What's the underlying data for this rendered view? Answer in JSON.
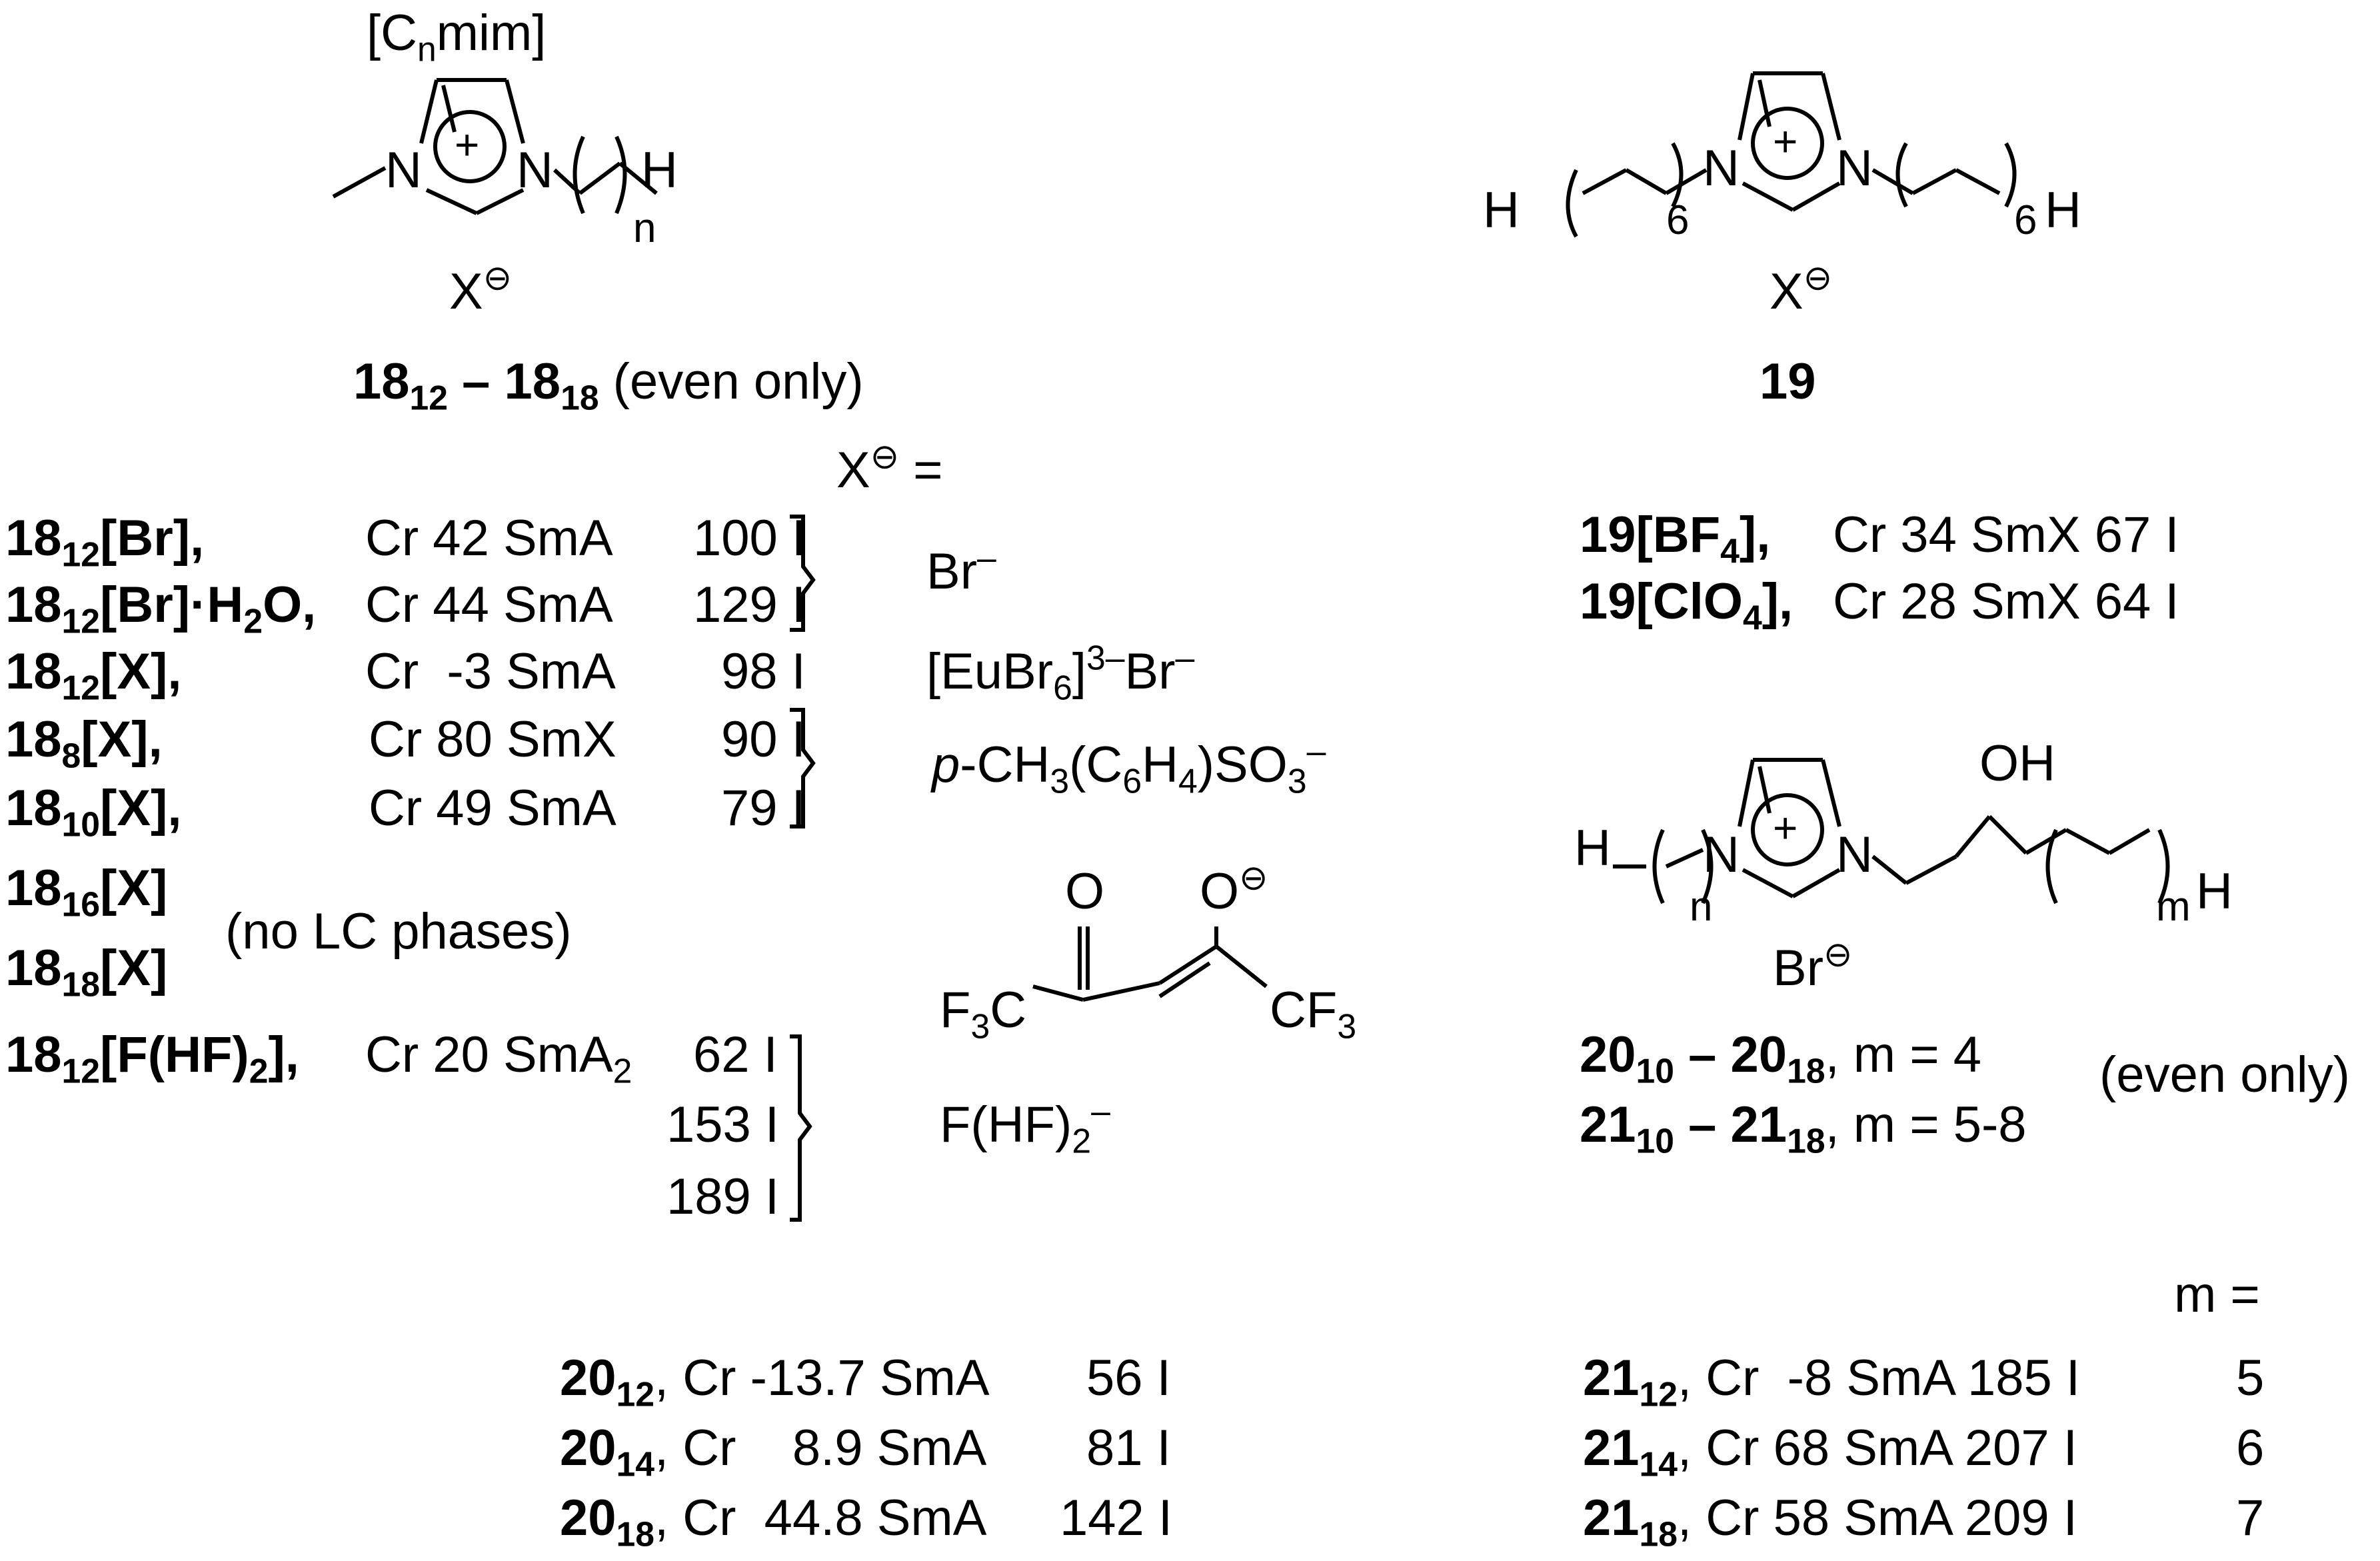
{
  "structure_18": {
    "top_label": "[C",
    "top_label_sub": "n",
    "top_label_end": "mim]",
    "atom_n1": "N",
    "atom_n2": "N",
    "charge": "+",
    "atom_h": "H",
    "chain_index": "n",
    "counter_ion": "X",
    "compound_main": "18",
    "compound_sub1": "12",
    "compound_dash": " – 18",
    "compound_sub2": "18",
    "compound_note": " (even only)"
  },
  "structure_19": {
    "atom_h_left": "H",
    "chain_left_index": "6",
    "atom_n1": "N",
    "atom_n2": "N",
    "charge": "+",
    "chain_right_index": "6",
    "atom_h_right": "H",
    "counter_ion": "X",
    "label": "19"
  },
  "x_equals": {
    "x": "X",
    "eq": " ="
  },
  "rows_18": [
    {
      "name": "18",
      "sub": "12",
      "tail": "[Br],",
      "phase": "Cr 42 SmA",
      "iso": "100 I"
    },
    {
      "name": "18",
      "sub": "12",
      "tail": "[Br]·H",
      "sub2": "2",
      "tail2": "O,",
      "phase": "Cr 44 SmA",
      "iso": "129 I"
    },
    {
      "name": "18",
      "sub": "12",
      "tail": "[X],",
      "phase": "Cr  -3 SmA",
      "iso": "98 I"
    },
    {
      "name": "18",
      "sub": "8",
      "tail": "[X],",
      "phase": "Cr 80 SmX",
      "iso": "90 I"
    },
    {
      "name": "18",
      "sub": "10",
      "tail": "[X],",
      "phase": "Cr 49 SmA",
      "iso": "79 I"
    },
    {
      "name": "18",
      "sub": "16",
      "tail": "[X]"
    },
    {
      "name": "18",
      "sub": "18",
      "tail": "[X]"
    }
  ],
  "no_lc": "(no LC phases)",
  "row_fhf": {
    "name": "18",
    "sub": "12",
    "tail": "[F(HF)",
    "sub2": "2",
    "tail2": "],",
    "phase": "Cr 20 SmA",
    "phase_sub": "2",
    "iso1": "62 I",
    "iso2": "153 I",
    "iso3": "189 I"
  },
  "anions": {
    "br": "Br",
    "br_sup": "–",
    "eu": "[EuBr",
    "eu_sub": "6",
    "eu_mid": "]",
    "eu_sup": "3–",
    "eu_tail": "Br",
    "eu_tail_sup": "–",
    "tos_p": "p",
    "tos_a": "-CH",
    "tos_s1": "3",
    "tos_b": "(C",
    "tos_s2": "6",
    "tos_c": "H",
    "tos_s3": "4",
    "tos_d": ")SO",
    "tos_s4": "3",
    "tos_sup": "–",
    "hfac_o1": "O",
    "hfac_o2": "O",
    "hfac_f3c": "F",
    "hfac_f3c_sub": "3",
    "hfac_f3c_end": "C",
    "hfac_cf3": "CF",
    "hfac_cf3_sub": "3",
    "fhf": "F(HF)",
    "fhf_sub": "2",
    "fhf_sup": "–"
  },
  "rows_19": [
    {
      "name": "19[BF",
      "sub": "4",
      "tail": "],",
      "phase": "Cr 34 SmX 67 I"
    },
    {
      "name": "19[ClO",
      "sub": "4",
      "tail": "],",
      "phase": "Cr 28 SmX 64 I"
    }
  ],
  "structure_20": {
    "atom_h": "H",
    "chain_n": "n",
    "atom_n1": "N",
    "atom_n2": "N",
    "charge": "+",
    "oh": "OH",
    "chain_m": "m",
    "atom_h_right": "H",
    "counter_ion": "Br",
    "line1_a": "20",
    "line1_s1": "10",
    "line1_b": " – 20",
    "line1_s2": "18",
    "line1_c": ", m = 4",
    "line2_a": "21",
    "line2_s1": "10",
    "line2_b": " – 21",
    "line2_s2": "18",
    "line2_c": ", m = 5-8",
    "note": "(even only)"
  },
  "m_header": "m =",
  "rows_20": [
    {
      "name": "20",
      "sub": "12",
      "phase": ", Cr -13.7 SmA",
      "iso": "56 I"
    },
    {
      "name": "20",
      "sub": "14",
      "phase": ", Cr    8.9 SmA",
      "iso": "81 I"
    },
    {
      "name": "20",
      "sub": "18",
      "phase": ", Cr  44.8 SmA",
      "iso": "142 I"
    }
  ],
  "rows_21": [
    {
      "name": "21",
      "sub": "12",
      "phase": ", Cr  -8 SmA 185 I",
      "m": "5"
    },
    {
      "name": "21",
      "sub": "14",
      "phase": ", Cr 68 SmA 207 I",
      "m": "6"
    },
    {
      "name": "21",
      "sub": "18",
      "phase": ", Cr 58 SmA 209 I",
      "m": "7"
    }
  ]
}
